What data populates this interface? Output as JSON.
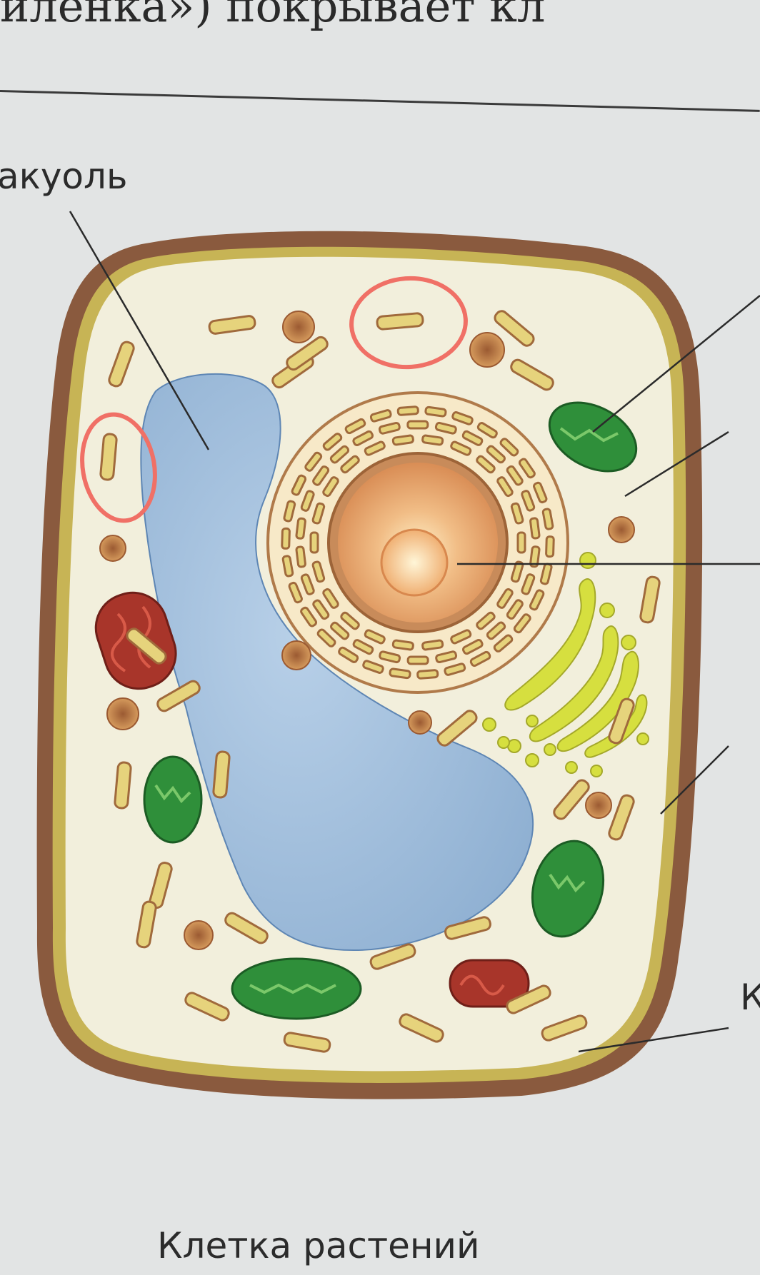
{
  "header_text": "иленка») покрывает кл",
  "labels": {
    "vacuole": "акуоль",
    "k_label": "К"
  },
  "caption": "Клетка растений",
  "colors": {
    "background": "#e2e4e4",
    "cell_wall": "#8a5a3e",
    "membrane": "#b9a64a",
    "cytoplasm": "#f2efdc",
    "vacuole": "#9cbad8",
    "nucleus": "#e9b07e",
    "chloroplast": "#2f8f3a",
    "mitochondrion": "#a8352a",
    "er": "#d8c574",
    "golgi": "#d2dc3c",
    "highlight_circle": "#f07066"
  }
}
